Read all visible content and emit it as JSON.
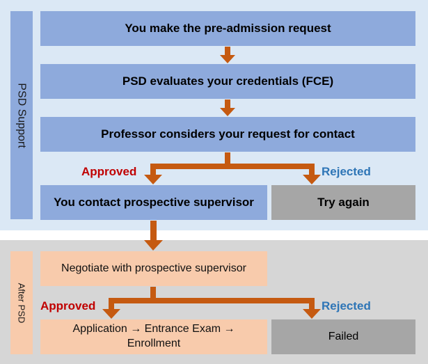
{
  "colors": {
    "psd_background": "#dbe8f5",
    "after_background": "#d6d6d6",
    "psd_box": "#8eaadc",
    "after_box": "#f8cbac",
    "outcome_box": "#a6a6a6",
    "arrow": "#c55a11",
    "approved_text": "#c00000",
    "rejected_text": "#2e75b6"
  },
  "psd_section": {
    "side_label": "PSD Support",
    "step1": "You make the pre-admission request",
    "step2": "PSD evaluates your credentials (FCE)",
    "step3": "Professor considers your request for contact",
    "approved_label": "Approved",
    "rejected_label": "Rejected",
    "approved_box": "You contact prospective supervisor",
    "rejected_box": "Try again"
  },
  "after_section": {
    "side_label": "After PSD",
    "step1": "Negotiate with prospective supervisor",
    "approved_label": "Approved",
    "rejected_label": "Rejected",
    "approved_box": "Application → Entrance Exam → Enrollment",
    "rejected_box": "Failed"
  }
}
